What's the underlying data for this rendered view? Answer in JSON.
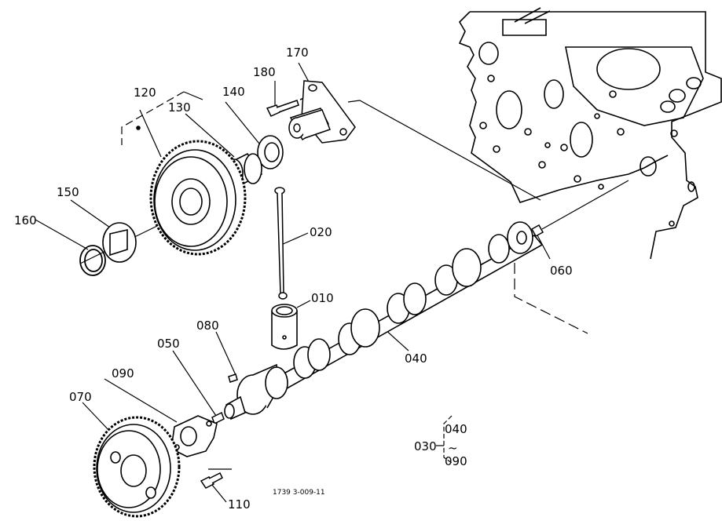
{
  "labels": {
    "p010": "010",
    "p020": "020",
    "p030": "030",
    "p040": "040",
    "p050": "050",
    "p060": "060",
    "p070": "070",
    "p080": "080",
    "p090": "090",
    "p110": "110",
    "p120": "120",
    "p130": "130",
    "p140": "140",
    "p150": "150",
    "p160": "160",
    "p170": "170",
    "p180": "180"
  },
  "group_030": {
    "top": "040",
    "tilde": "~",
    "bottom": "090"
  },
  "figure_code": "1739 3-009-11"
}
